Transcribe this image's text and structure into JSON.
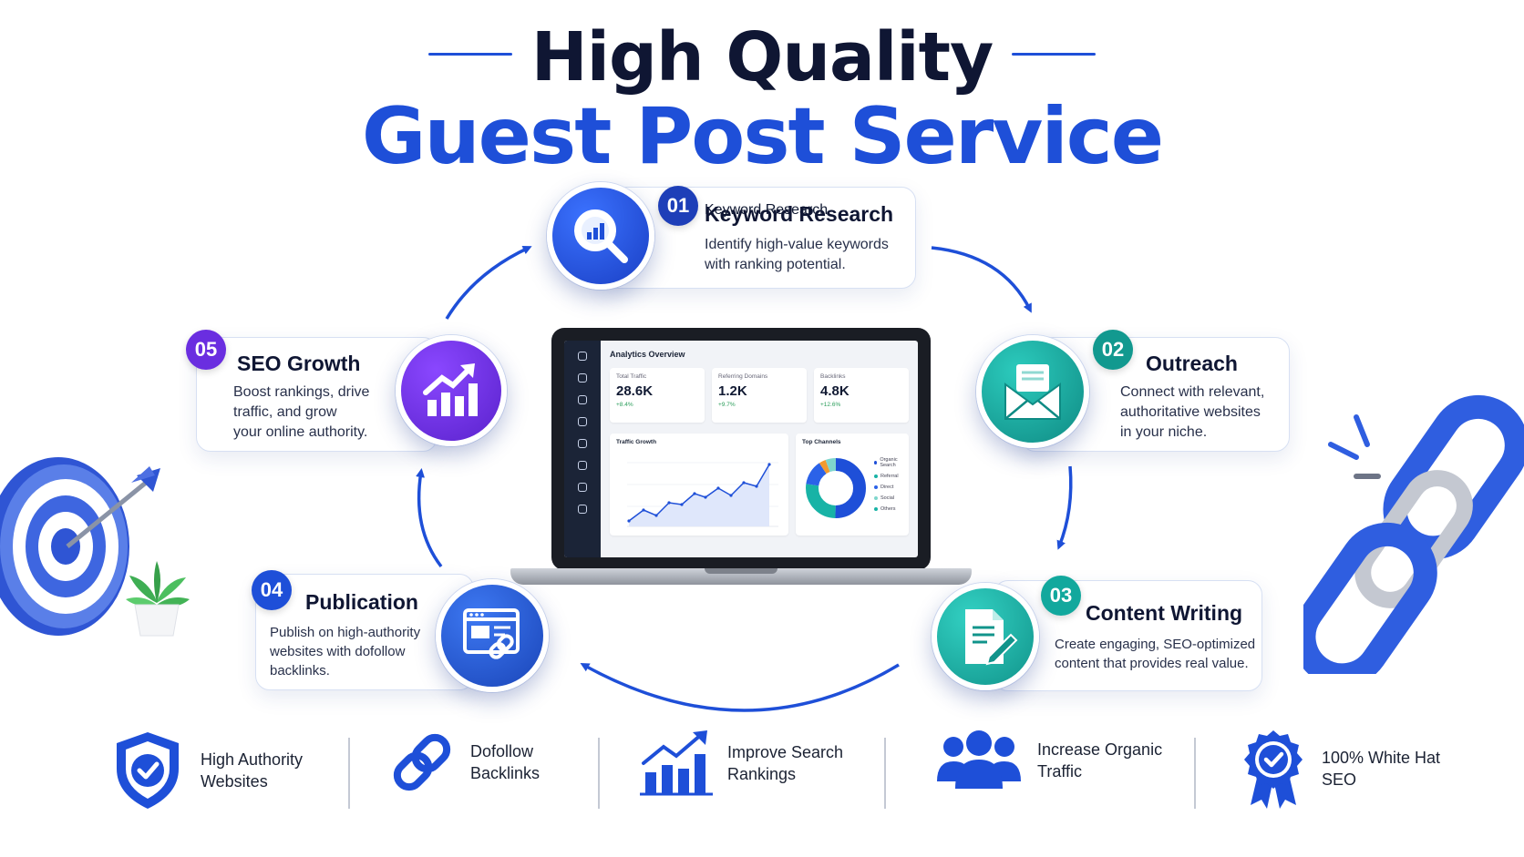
{
  "title": {
    "line1": "High Quality",
    "line2": "Guest Post Service"
  },
  "colors": {
    "brand_blue": "#1e4fd8",
    "navy": "#0f1633",
    "purple": "#6a2ee0",
    "teal": "#16a89e",
    "green_delta": "#2a9d5a"
  },
  "steps": [
    {
      "number": "01",
      "title": "Keyword Research",
      "desc_line1": "Identify high-value keywords",
      "desc_line2": "with ranking potential.",
      "icon": "magnifier-chart-icon"
    },
    {
      "number": "02",
      "title": "Outreach",
      "desc_line1": "Connect with relevant,",
      "desc_line2": "authoritative websites",
      "desc_line3": "in your niche.",
      "icon": "envelope-icon"
    },
    {
      "number": "03",
      "title": "Content Writing",
      "desc_line1": "Create engaging, SEO-optimized",
      "desc_line2": "content that provides real value.",
      "icon": "document-pen-icon"
    },
    {
      "number": "04",
      "title": "Publication",
      "desc_line1": "Publish on high-authority",
      "desc_line2": "websites with dofollow",
      "desc_line3": "backlinks.",
      "icon": "browser-link-icon"
    },
    {
      "number": "05",
      "title": "SEO Growth",
      "desc_line1": "Boost rankings, drive",
      "desc_line2": "traffic, and grow",
      "desc_line3": "your online authority.",
      "icon": "growth-chart-icon"
    }
  ],
  "dashboard": {
    "title": "Analytics Overview",
    "kpis": [
      {
        "label": "Total Traffic",
        "value": "28.6K",
        "delta": "+8.4%"
      },
      {
        "label": "Referring Domains",
        "value": "1.2K",
        "delta": "+9.7%"
      },
      {
        "label": "Backlinks",
        "value": "4.8K",
        "delta": "+12.6%"
      }
    ],
    "traffic_panel_title": "Traffic Growth",
    "channels_panel_title": "Top Channels",
    "channels": [
      "Organic Search",
      "Referral",
      "Direct",
      "Social",
      "Others"
    ]
  },
  "features": [
    {
      "line1": "High Authority",
      "line2": "Websites",
      "icon": "shield-check-icon"
    },
    {
      "line1": "Dofollow",
      "line2": "Backlinks",
      "icon": "link-icon"
    },
    {
      "line1": "Improve Search",
      "line2": "Rankings",
      "icon": "bar-chart-arrow-icon"
    },
    {
      "line1": "Increase Organic",
      "line2": "Traffic",
      "icon": "users-icon"
    },
    {
      "line1": "100% White Hat",
      "line2": "SEO",
      "icon": "award-badge-icon"
    }
  ]
}
